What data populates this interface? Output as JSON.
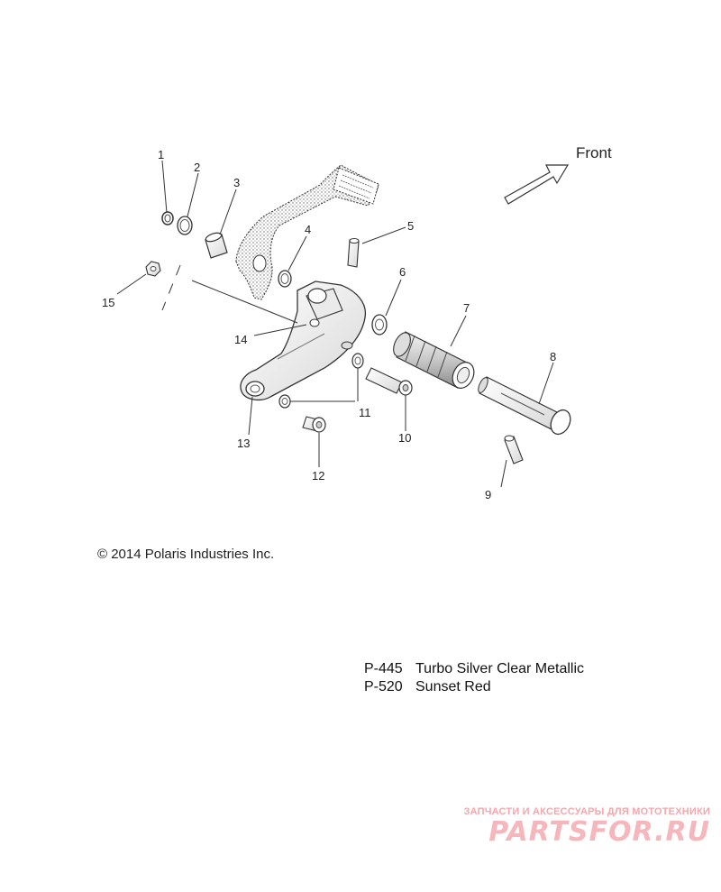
{
  "front_label": "Front",
  "callouts": [
    "1",
    "2",
    "3",
    "4",
    "5",
    "6",
    "7",
    "8",
    "9",
    "10",
    "11",
    "12",
    "13",
    "14",
    "15"
  ],
  "copyright": "© 2014 Polaris Industries Inc.",
  "paint_codes": [
    {
      "code": "P-445",
      "name": "Turbo Silver Clear Metallic"
    },
    {
      "code": "P-520",
      "name": "Sunset Red"
    }
  ],
  "watermark": {
    "tagline": "ЗАПЧАСТИ И АКСЕССУАРЫ ДЛЯ МОТОТЕХНИКИ",
    "logo": "PARTSFOR.RU"
  }
}
